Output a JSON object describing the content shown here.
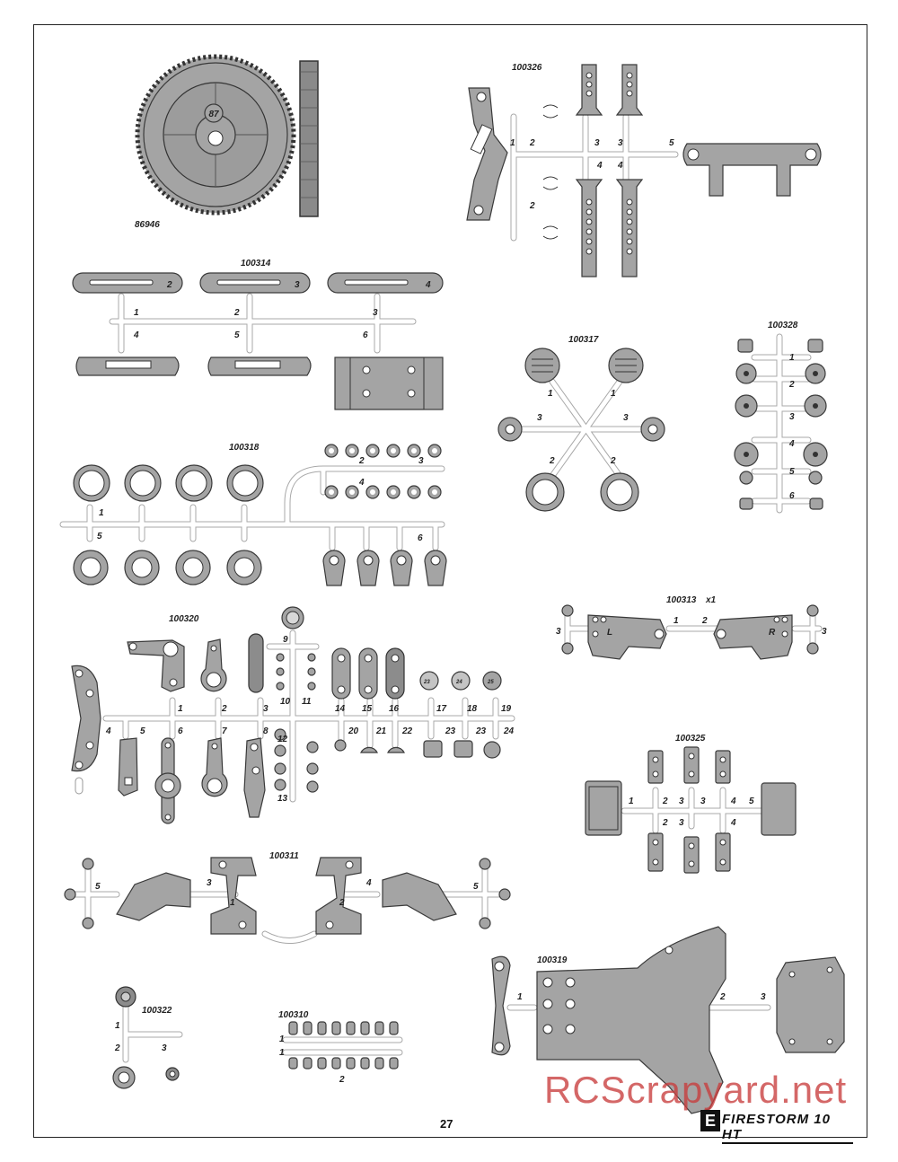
{
  "page_number": "27",
  "brand": {
    "badge": "E",
    "name": "FIRESTORM 10 HT"
  },
  "watermark": "RCScrapyard.net",
  "colors": {
    "part_fill": "#a4a4a4",
    "part_stroke": "#3a3a3a",
    "sprue": "#ffffff",
    "sprue_stroke": "#9a9a9a",
    "watermark": "#cc4a4a"
  },
  "groups": {
    "g86946": {
      "code": "86946",
      "gear_mark": "87"
    },
    "g100326": {
      "code": "100326",
      "labels": [
        "1",
        "2",
        "3",
        "3",
        "5",
        "4",
        "4",
        "2"
      ]
    },
    "g100314": {
      "code": "100314",
      "labels": [
        "2",
        "3",
        "4",
        "1",
        "2",
        "3",
        "4",
        "5",
        "6"
      ]
    },
    "g100317": {
      "code": "100317",
      "labels": [
        "1",
        "1",
        "3",
        "3",
        "2",
        "2"
      ]
    },
    "g100328": {
      "code": "100328",
      "labels": [
        "1",
        "2",
        "3",
        "4",
        "5",
        "6"
      ]
    },
    "g100318": {
      "code": "100318",
      "labels": [
        "1",
        "5",
        "2",
        "3",
        "4",
        "6"
      ]
    },
    "g100313": {
      "code": "100313",
      "qty": "x1",
      "labels": [
        "3",
        "1",
        "2",
        "3",
        "L",
        "R"
      ]
    },
    "g100320": {
      "code": "100320",
      "labels": [
        "9",
        "10",
        "11",
        "12",
        "13",
        "1",
        "2",
        "3",
        "14",
        "15",
        "16",
        "17",
        "18",
        "19",
        "4",
        "5",
        "6",
        "7",
        "8",
        "20",
        "21",
        "22",
        "23",
        "23",
        "24",
        "23",
        "24",
        "25"
      ]
    },
    "g100325": {
      "code": "100325",
      "labels": [
        "1",
        "2",
        "3",
        "3",
        "4",
        "5",
        "2",
        "3",
        "4"
      ]
    },
    "g100311": {
      "code": "100311",
      "labels": [
        "5",
        "3",
        "1",
        "2",
        "4",
        "5"
      ]
    },
    "g100319": {
      "code": "100319",
      "labels": [
        "1",
        "2",
        "3"
      ]
    },
    "g100322": {
      "code": "100322",
      "labels": [
        "1",
        "2",
        "3"
      ]
    },
    "g100310": {
      "code": "100310",
      "labels": [
        "1",
        "1",
        "2"
      ]
    }
  }
}
